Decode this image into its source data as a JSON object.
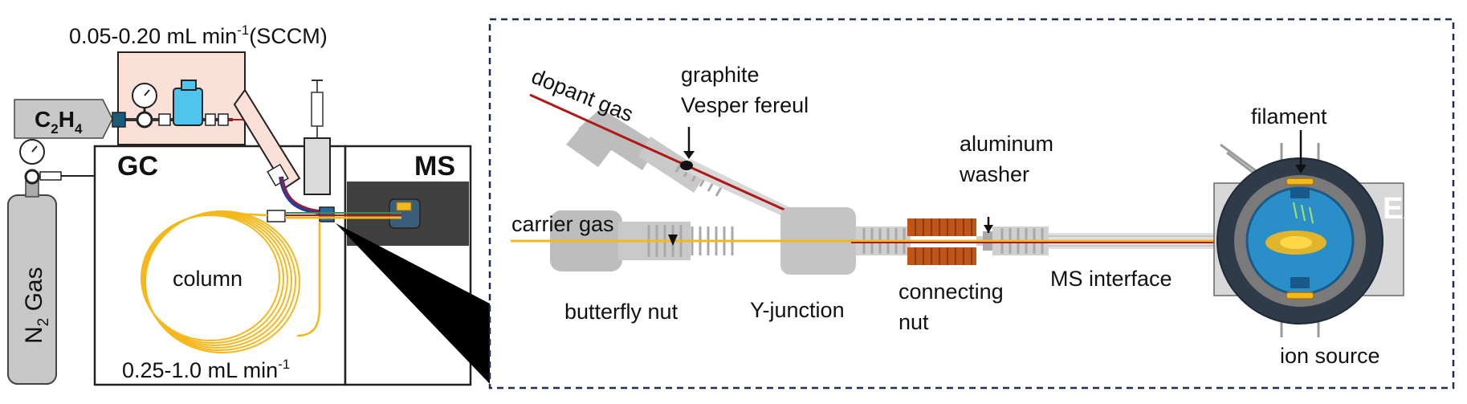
{
  "left_panel": {
    "flow_top_prefix": "0.05-0.20 mL min",
    "flow_top_exp": "-1",
    "flow_top_suffix": "(SCCM)",
    "c2h4_c": "C",
    "c2h4_sub": "2",
    "c2h4_h": "H",
    "c2h4_sub2": "4",
    "n2_n": "N",
    "n2_sub": "2",
    "n2_gas": " Gas",
    "gc_label": "GC",
    "ms_label": "MS",
    "column_label": "column",
    "flow_bottom_prefix": "0.25-1.0 mL min",
    "flow_bottom_exp": "-1"
  },
  "detail_panel": {
    "dopant_gas": "dopant gas",
    "graphite_line1": "graphite",
    "graphite_line2": "Vesper fereul",
    "carrier_gas": "carrier gas",
    "butterfly_nut": "butterfly nut",
    "y_junction": "Y-junction",
    "aluminum_line1": "aluminum",
    "aluminum_line2": "washer",
    "connecting_line1": "connecting",
    "connecting_line2": "nut",
    "ms_interface": "MS interface",
    "filament": "filament",
    "ion_source": "ion source",
    "ex_label": "EX"
  },
  "colors": {
    "gc_box_fill": "#fbe0d8",
    "column_yellow": "#f4b81c",
    "dopant_red": "#b01818",
    "nut_orange": "#c0551a",
    "ms_dark": "#404040",
    "valve_blue": "#4fc4ec",
    "ion_blue": "#2a8fc8"
  }
}
